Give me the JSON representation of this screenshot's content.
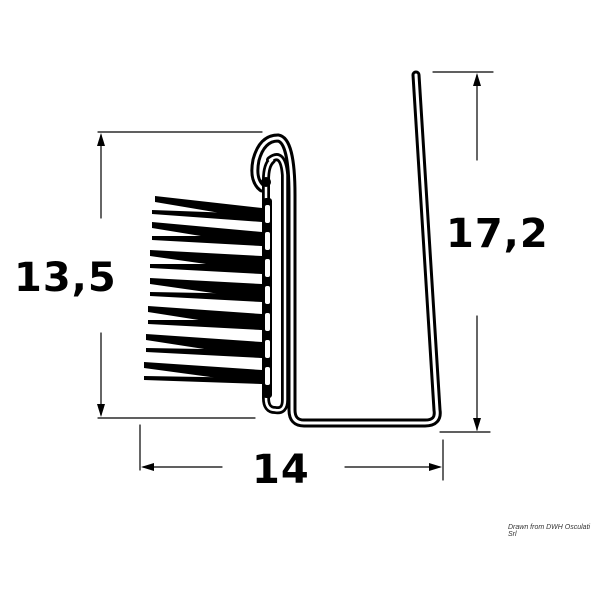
{
  "diagram": {
    "subject": "brush seal profile clip",
    "dimensions": {
      "height_brush": "13,5",
      "height_total": "17,2",
      "width": "14"
    },
    "credit": "Drawn from DWH Osculati Srl"
  }
}
